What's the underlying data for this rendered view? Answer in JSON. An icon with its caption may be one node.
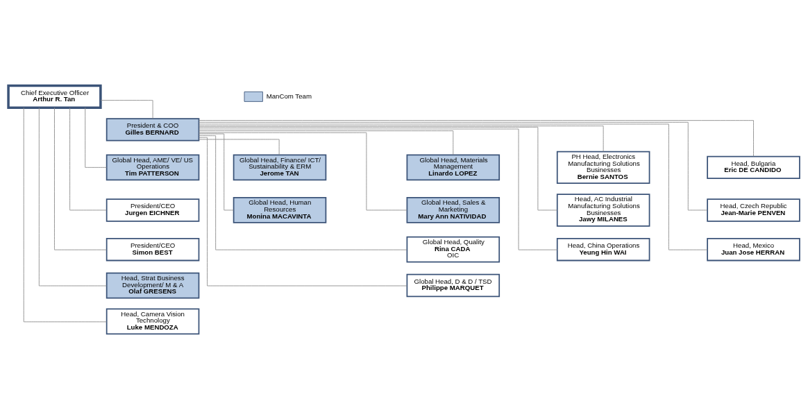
{
  "diagram": {
    "nodes": [
      {
        "text": [
          "Chief Executive Officer",
          "Arthur R. Tan"
        ]
      },
      {
        "text": [
          "President & COO",
          "Gilles BERNARD"
        ]
      },
      {
        "text": [
          "Global Head, AME/ VE/ US Operations",
          "Tim PATTERSON"
        ]
      },
      {
        "text": [
          "President/CEO",
          "Jurgen EICHNER"
        ]
      },
      {
        "text": [
          "President/CEO",
          "Simon BEST"
        ]
      },
      {
        "text": [
          "Head, Strat Business Development/ M & A",
          "Olaf GRESENS"
        ]
      },
      {
        "text": [
          "Head, Camera Vision Technology",
          "Luke MENDOZA"
        ]
      },
      {
        "text": [
          "Global Head, Finance/ ICT/ Sustainability & ERM",
          "Jerome TAN"
        ]
      },
      {
        "text": [
          "Global Head, Human Resources",
          "Monina MACAVINTA"
        ]
      },
      {
        "text": [
          "Global Head, Materials Management",
          "Linardo LOPEZ"
        ]
      },
      {
        "text": [
          "Global Head, Sales & Marketing",
          "Mary Ann NATIVIDAD"
        ]
      },
      {
        "text": [
          "Global Head, Quality",
          "Rina CADA",
          "OIC"
        ]
      },
      {
        "text": [
          "Global Head, D & D / TSD",
          "Philippe MARQUET"
        ]
      },
      {
        "text": [
          "PH Head, Electronics Manufacturing Solutions Businesses",
          "Bernie SANTOS"
        ]
      },
      {
        "text": [
          "Head, AC Industrial Manufacturing Solutions Businesses",
          "Jawy MILANES"
        ]
      },
      {
        "text": [
          "Head, China Operations",
          "Yeung Hin WAI"
        ]
      },
      {
        "text": [
          "Head, Bulgaria",
          "Eric DE CANDIDO"
        ]
      },
      {
        "text": [
          "Head, Czech Republic",
          "Jean-Marie PENVEN"
        ]
      },
      {
        "text": [
          "Head, Mexico",
          "Juan Jose HERRAN"
        ]
      }
    ],
    "edges": [
      {
        "from": 0,
        "to": 1,
        "arrow": "none"
      },
      {
        "from": 0,
        "to": 2,
        "arrow": "none"
      },
      {
        "from": 0,
        "to": 3,
        "arrow": "none"
      },
      {
        "from": 0,
        "to": 4,
        "arrow": "none"
      },
      {
        "from": 0,
        "to": 5,
        "arrow": "none"
      },
      {
        "from": 0,
        "to": 6,
        "arrow": "none"
      },
      {
        "from": 1,
        "to": 7,
        "arrow": "none"
      },
      {
        "from": 1,
        "to": 8,
        "arrow": "none"
      },
      {
        "from": 1,
        "to": 9,
        "arrow": "none"
      },
      {
        "from": 1,
        "to": 10,
        "arrow": "none"
      },
      {
        "from": 1,
        "to": 11,
        "arrow": "none"
      },
      {
        "from": 1,
        "to": 12,
        "arrow": "none"
      },
      {
        "from": 1,
        "to": 13,
        "arrow": "none"
      },
      {
        "from": 1,
        "to": 14,
        "arrow": "none"
      },
      {
        "from": 1,
        "to": 15,
        "arrow": "none"
      },
      {
        "from": 1,
        "to": 16,
        "arrow": "none"
      },
      {
        "from": 1,
        "to": 17,
        "arrow": "none"
      },
      {
        "from": 1,
        "to": 18,
        "arrow": "none"
      }
    ],
    "legend": [
      {
        "text": "ManCom Team",
        "color": "#b8cce4"
      }
    ]
  }
}
